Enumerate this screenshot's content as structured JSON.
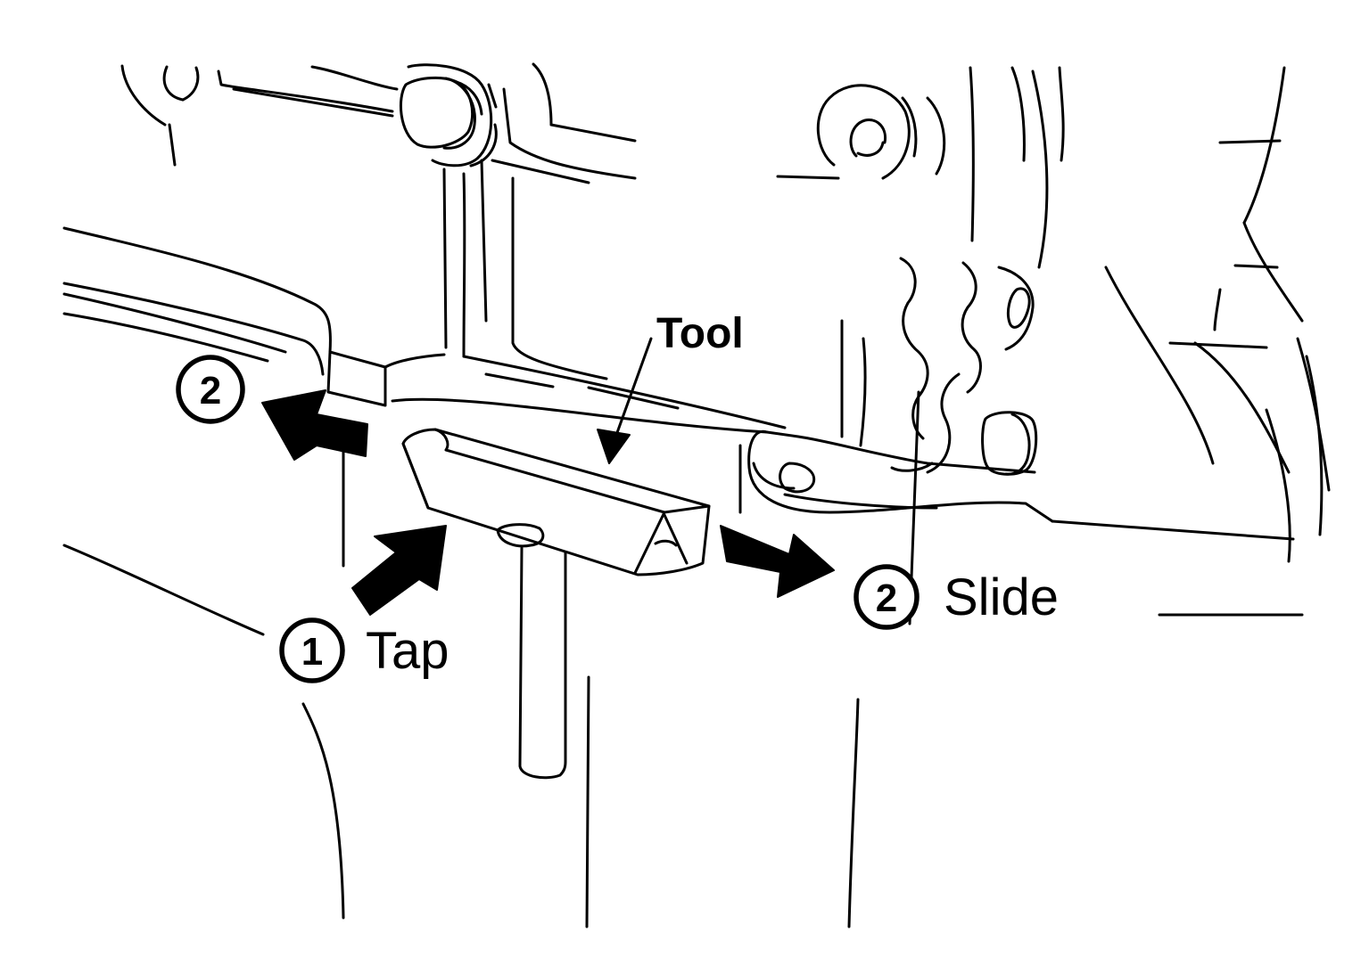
{
  "diagram": {
    "labels": {
      "tool": "Tool",
      "tap": "Tap",
      "slide": "Slide"
    },
    "steps": {
      "step1": "1",
      "step2_left": "2",
      "step2_right": "2"
    },
    "colors": {
      "ink": "#000000",
      "paper": "#ffffff"
    }
  }
}
